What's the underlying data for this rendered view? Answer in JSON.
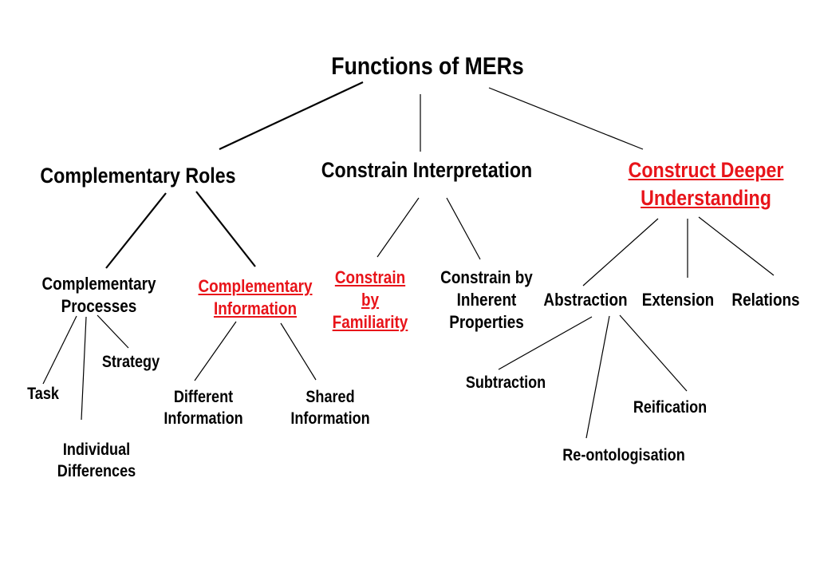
{
  "colors": {
    "text": "#000000",
    "highlight": "#e8141a",
    "line": "#000000"
  },
  "nodes": {
    "root": {
      "lines": [
        "Functions of MERs"
      ]
    },
    "complementary_roles": {
      "lines": [
        "Complementary Roles"
      ]
    },
    "constrain_interpretation": {
      "lines": [
        "Constrain Interpretation"
      ]
    },
    "construct_deeper": {
      "lines": [
        "Construct Deeper",
        "Understanding"
      ]
    },
    "comp_processes": {
      "lines": [
        "Complementary",
        "Processes"
      ]
    },
    "comp_information": {
      "lines": [
        "Complementary",
        "Information"
      ]
    },
    "constrain_familiarity": {
      "lines": [
        "Constrain",
        "by",
        "Familiarity"
      ]
    },
    "constrain_inherent": {
      "lines": [
        "Constrain by",
        "Inherent",
        "Properties"
      ]
    },
    "abstraction": {
      "lines": [
        "Abstraction"
      ]
    },
    "extension": {
      "lines": [
        "Extension"
      ]
    },
    "relations": {
      "lines": [
        "Relations"
      ]
    },
    "strategy": {
      "lines": [
        "Strategy"
      ]
    },
    "task": {
      "lines": [
        "Task"
      ]
    },
    "individual_differences": {
      "lines": [
        "Individual",
        "Differences"
      ]
    },
    "different_information": {
      "lines": [
        "Different",
        "Information"
      ]
    },
    "shared_information": {
      "lines": [
        "Shared",
        "Information"
      ]
    },
    "subtraction": {
      "lines": [
        "Subtraction"
      ]
    },
    "reification": {
      "lines": [
        "Reification"
      ]
    },
    "re_ontologisation": {
      "lines": [
        "Re-ontologisation"
      ]
    }
  }
}
